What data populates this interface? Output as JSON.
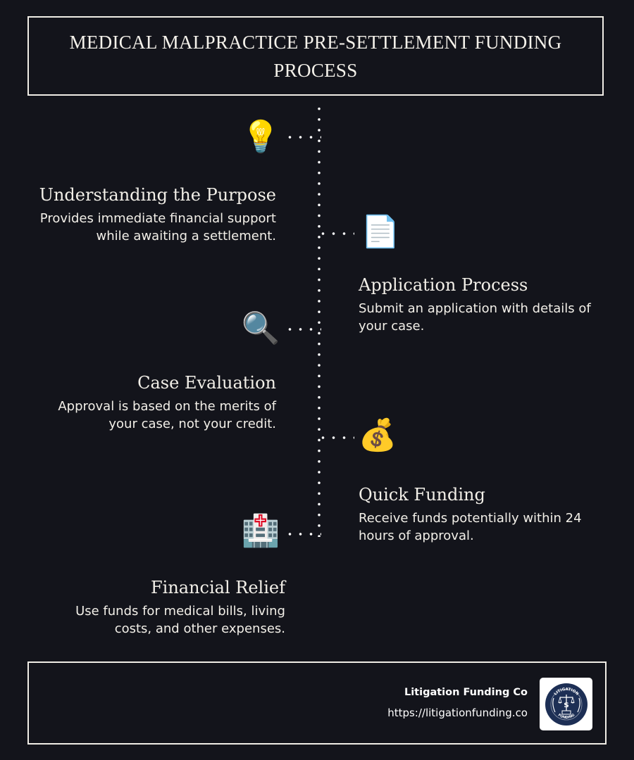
{
  "header": {
    "title": "MEDICAL MALPRACTICE PRE-SETTLEMENT FUNDING PROCESS"
  },
  "steps": [
    {
      "title": "Understanding the Purpose",
      "description": "Provides immediate financial support while awaiting a settlement.",
      "icon": "light-bulb-icon",
      "icon_glyph": "💡",
      "side": "left"
    },
    {
      "title": "Application Process",
      "description": "Submit an application with details of your case.",
      "icon": "document-icon",
      "icon_glyph": "📄",
      "side": "right"
    },
    {
      "title": "Case Evaluation",
      "description": "Approval is based on the merits of your case, not your credit.",
      "icon": "magnifying-glass-icon",
      "icon_glyph": "🔍",
      "side": "left"
    },
    {
      "title": "Quick Funding",
      "description": "Receive funds potentially within 24 hours of approval.",
      "icon": "money-bag-icon",
      "icon_glyph": "💰",
      "side": "right"
    },
    {
      "title": "Financial Relief",
      "description": "Use funds for medical bills, living costs, and other expenses.",
      "icon": "hospital-icon",
      "icon_glyph": "🏥",
      "side": "left"
    }
  ],
  "footer": {
    "brand_name": "Litigation Funding Co",
    "url": "https://litigationfunding.co",
    "logo": {
      "top_text": "LITIGATION",
      "bottom_text": "FUNDING",
      "icon": "scales-dollar-logo"
    }
  },
  "colors": {
    "background": "#13141b",
    "text": "#f2efe8",
    "border": "#f0ede6",
    "logo_navy": "#1d2f55"
  }
}
